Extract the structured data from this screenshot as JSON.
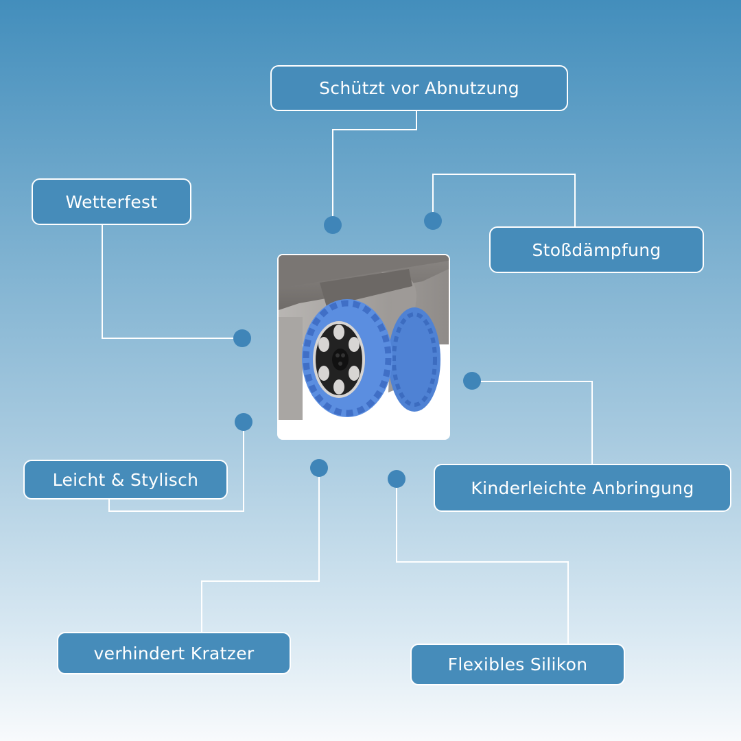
{
  "features": {
    "abnutzung": "Schützt vor Abnutzung",
    "wetterfest": "Wetterfest",
    "stoss": "Stoßdämpfung",
    "leicht": "Leicht & Stylisch",
    "anbringung": "Kinderleichte Anbringung",
    "kratzer": "verhindert Kratzer",
    "silikon": "Flexibles Silikon"
  },
  "colors": {
    "label_fill": "#468cba",
    "label_border": "#ffffff",
    "connector_dot": "#3f85b8",
    "connector_line": "#ffffff",
    "wheel_silicone": "#5b8ee0"
  },
  "product_image": {
    "description_icon": "silicone-wheel-cover-photo"
  }
}
